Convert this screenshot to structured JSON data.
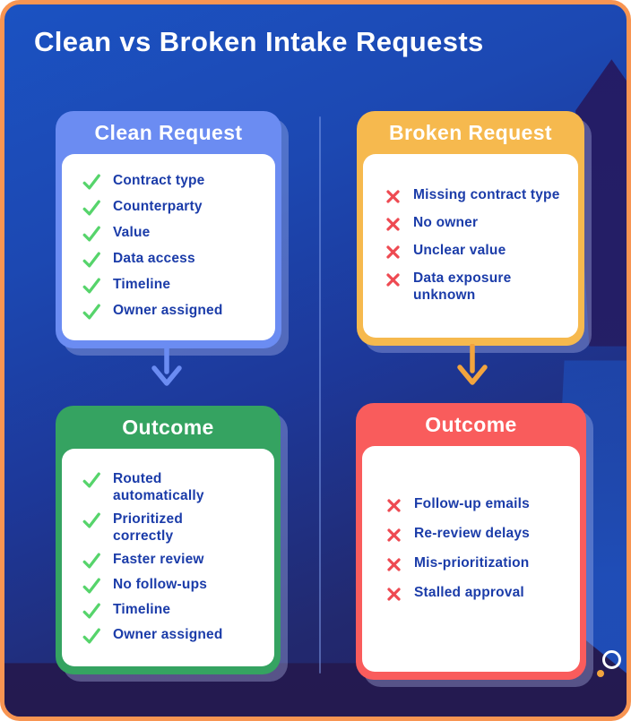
{
  "title": "Clean vs Broken Intake Requests",
  "columns": [
    {
      "top_card": {
        "title": "Clean Request",
        "icon": "check-icon",
        "items": [
          "Contract type",
          "Counterparty",
          "Value",
          "Data access",
          "Timeline",
          "Owner assigned"
        ]
      },
      "bottom_card": {
        "title": "Outcome",
        "icon": "check-icon",
        "items": [
          "Routed\nautomatically",
          "Prioritized\ncorrectly",
          "Faster review",
          "No follow-ups",
          "Timeline",
          "Owner assigned"
        ]
      }
    },
    {
      "top_card": {
        "title": "Broken Request",
        "icon": "x-icon",
        "items": [
          "Missing contract type",
          "No owner",
          "Unclear value",
          "Data exposure\nunknown"
        ]
      },
      "bottom_card": {
        "title": "Outcome",
        "icon": "x-icon",
        "items": [
          "Follow-up emails",
          "Re-review delays",
          "Mis-prioritization",
          "Stalled approval"
        ]
      }
    }
  ],
  "icons": {
    "positive": "check-icon",
    "negative": "x-icon",
    "flow_left": "arrow-down-icon",
    "flow_right": "arrow-down-icon",
    "decor": [
      "circle-outline-icon",
      "dot-icon"
    ]
  },
  "colors": {
    "frame_border": "#F89552",
    "background_top": "#1B52C2",
    "background_bottom": "#251E62",
    "clean_header": "#6B8CF2",
    "broken_header": "#F6B94E",
    "good_outcome_header": "#35A361",
    "bad_outcome_header": "#F95C5C",
    "check_green": "#56D46B",
    "cross_red": "#EE4A52",
    "item_text": "#1B3CA9",
    "arrow_clean": "#6B8CF2",
    "arrow_broken": "#F2A43E",
    "title_text": "#FFFFFF"
  }
}
